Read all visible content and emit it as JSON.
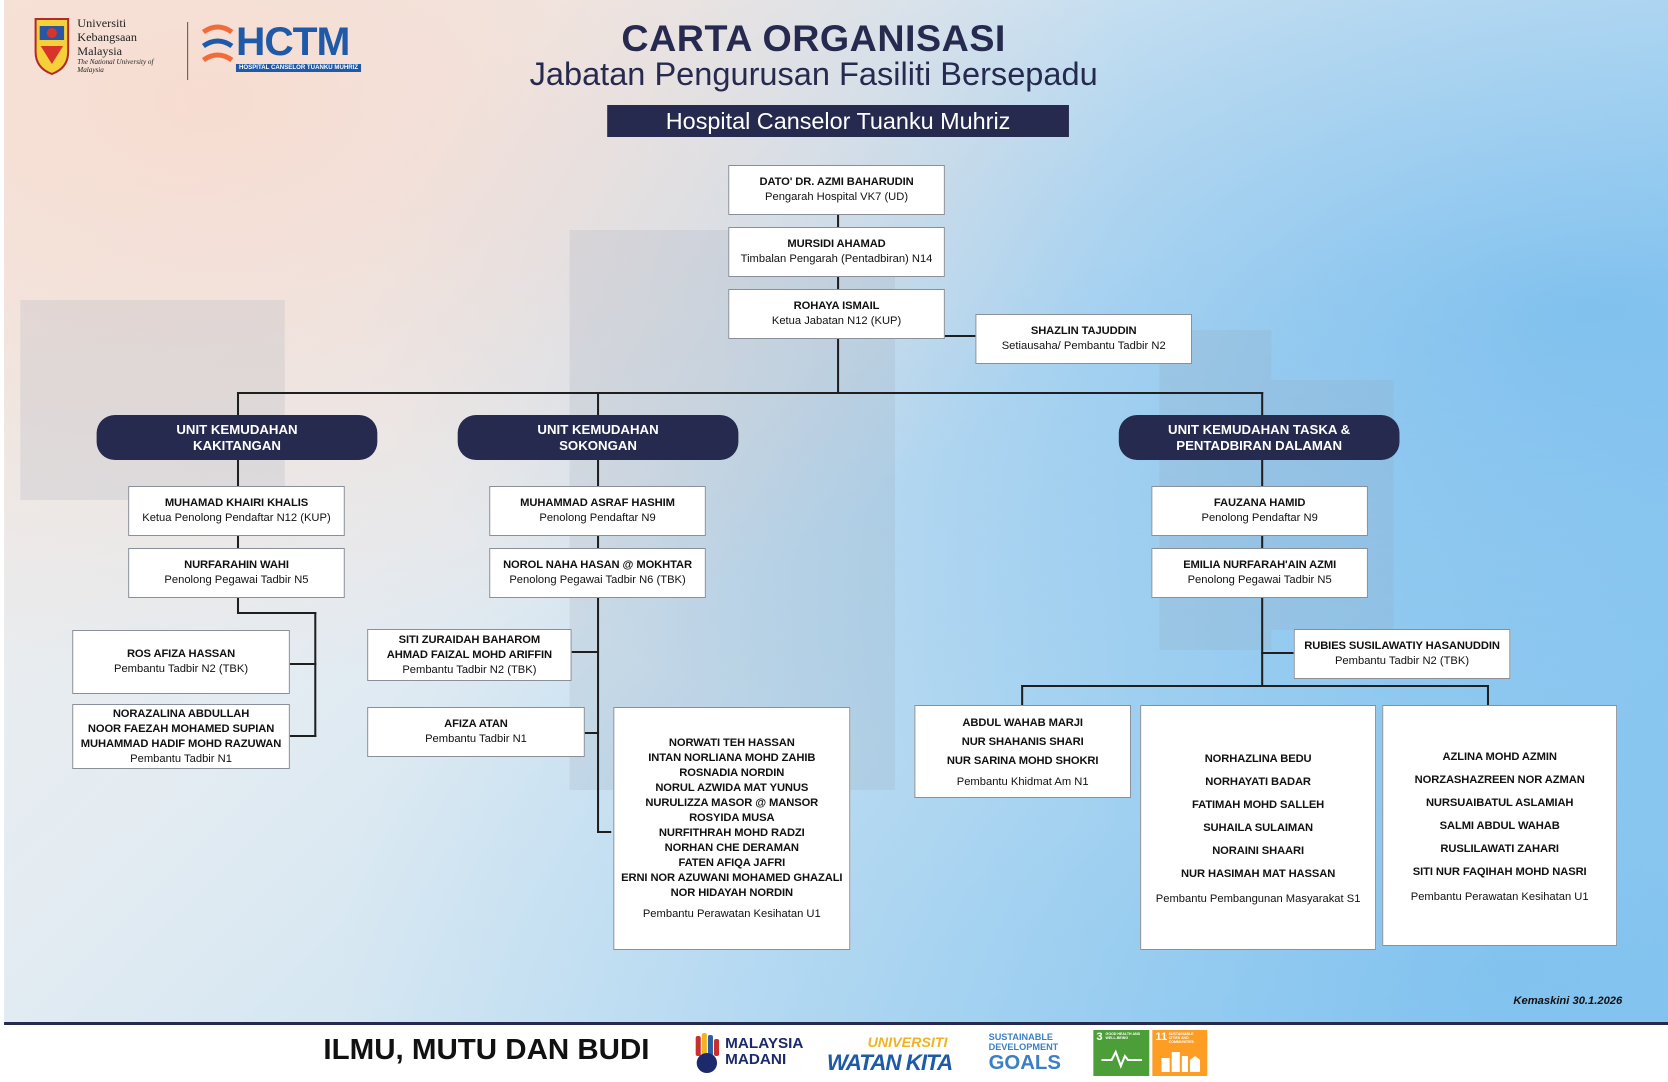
{
  "header": {
    "title": "CARTA ORGANISASI",
    "subtitle": "Jabatan Pengurusan Fasiliti Bersepadu",
    "hospital": "Hospital Canselor Tuanku Muhriz",
    "ukm_logo": {
      "line1": "Universiti",
      "line2": "Kebangsaan",
      "line3": "Malaysia",
      "line4": "The National University of Malaysia"
    },
    "hctm_logo": {
      "mark": "HCTM",
      "sub": "HOSPITAL CANSELOR TUANKU MUHRIZ"
    }
  },
  "top_chain": [
    {
      "name": "DATO' DR. AZMI BAHARUDIN",
      "position": "Pengarah Hospital VK7 (UD)"
    },
    {
      "name": "MURSIDI AHAMAD",
      "position": "Timbalan Pengarah (Pentadbiran) N14"
    },
    {
      "name": "ROHAYA ISMAIL",
      "position": "Ketua Jabatan N12 (KUP)"
    }
  ],
  "secretary": {
    "name": "SHAZLIN TAJUDDIN",
    "position": "Setiausaha/ Pembantu Tadbir N2"
  },
  "units": {
    "kakitangan": {
      "label": "UNIT KEMUDAHAN KAKITANGAN",
      "boxes": [
        {
          "names": [
            "MUHAMAD KHAIRI KHALIS"
          ],
          "position": "Ketua Penolong Pendaftar N12 (KUP)"
        },
        {
          "names": [
            "NURFARAHIN WAHI"
          ],
          "position": "Penolong Pegawai Tadbir N5"
        },
        {
          "names": [
            "ROS AFIZA HASSAN"
          ],
          "position": "Pembantu Tadbir N2 (TBK)"
        },
        {
          "names": [
            "NORAZALINA ABDULLAH",
            "NOOR FAEZAH MOHAMED SUPIAN",
            "MUHAMMAD HADIF MOHD RAZUWAN"
          ],
          "position": "Pembantu Tadbir N1"
        }
      ]
    },
    "sokongan": {
      "label": "UNIT KEMUDAHAN SOKONGAN",
      "boxes": [
        {
          "names": [
            "MUHAMMAD ASRAF HASHIM"
          ],
          "position": "Penolong Pendaftar N9"
        },
        {
          "names": [
            "NOROL NAHA HASAN @ MOKHTAR"
          ],
          "position": "Penolong Pegawai Tadbir N6 (TBK)"
        },
        {
          "names": [
            "SITI ZURAIDAH BAHAROM",
            "AHMAD FAIZAL MOHD ARIFFIN"
          ],
          "position": "Pembantu Tadbir N2 (TBK)"
        },
        {
          "names": [
            "AFIZA ATAN"
          ],
          "position": "Pembantu Tadbir N1"
        },
        {
          "names": [
            "NORWATI TEH HASSAN",
            "INTAN NORLIANA MOHD ZAHIB",
            "ROSNADIA NORDIN",
            "NORUL AZWIDA MAT YUNUS",
            "NURULIZZA MASOR @ MANSOR",
            "ROSYIDA MUSA",
            "NURFITHRAH MOHD RADZI",
            "NORHAN CHE DERAMAN",
            "FATEN AFIQA JAFRI",
            "ERNI NOR AZUWANI MOHAMED GHAZALI",
            "NOR HIDAYAH NORDIN"
          ],
          "position": "Pembantu Perawatan Kesihatan U1"
        }
      ]
    },
    "taska": {
      "label": "UNIT KEMUDAHAN TASKA & PENTADBIRAN DALAMAN",
      "boxes": [
        {
          "names": [
            "FAUZANA HAMID"
          ],
          "position": "Penolong Pendaftar N9"
        },
        {
          "names": [
            "EMILIA NURFARAH'AIN AZMI"
          ],
          "position": "Penolong Pegawai Tadbir N5"
        },
        {
          "names": [
            "RUBIES SUSILAWATIY HASANUDDIN"
          ],
          "position": "Pembantu Tadbir N2 (TBK)"
        },
        {
          "names": [
            "ABDUL WAHAB MARJI",
            "NUR SHAHANIS SHARI",
            "NUR SARINA MOHD SHOKRI"
          ],
          "position": "Pembantu Khidmat Am N1"
        },
        {
          "names": [
            "NORHAZLINA BEDU",
            "NORHAYATI BADAR",
            "FATIMAH MOHD SALLEH",
            "SUHAILA SULAIMAN",
            "NORAINI SHAARI",
            "NUR HASIMAH MAT HASSAN"
          ],
          "position": "Pembantu Pembangunan Masyarakat S1"
        },
        {
          "names": [
            "AZLINA MOHD AZMIN",
            "NORZASHAZREEN NOR AZMAN",
            "NURSUAIBATUL ASLAMIAH",
            "SALMI ABDUL WAHAB",
            "RUSLILAWATI ZAHARI",
            "SITI NUR FAQIHAH MOHD NASRI"
          ],
          "position": "Pembantu Perawatan Kesihatan U1"
        }
      ]
    }
  },
  "updated": "Kemaskini 30.1.2026",
  "footer": {
    "slogan": "ILMU, MUTU DAN BUDI",
    "madani": {
      "line1": "MALAYSIA",
      "line2": "MADANI"
    },
    "watan": {
      "line1": "UNIVERSITI",
      "line2": "WATAN KITA"
    },
    "sdg": {
      "line1": "SUSTAINABLE",
      "line2": "DEVELOPMENT",
      "line3": "GOALS"
    },
    "sdg3": {
      "num": "3",
      "text": "GOOD HEALTH AND WELL-BEING"
    },
    "sdg11": {
      "num": "11",
      "text": "SUSTAINABLE CITIES AND COMMUNITIES"
    }
  },
  "colors": {
    "navy": "#272a4f",
    "sdg3": "#4c9f38",
    "sdg11": "#fd9d24",
    "hctm_blue": "#1e5aa8",
    "hctm_orange": "#f26b3a"
  }
}
